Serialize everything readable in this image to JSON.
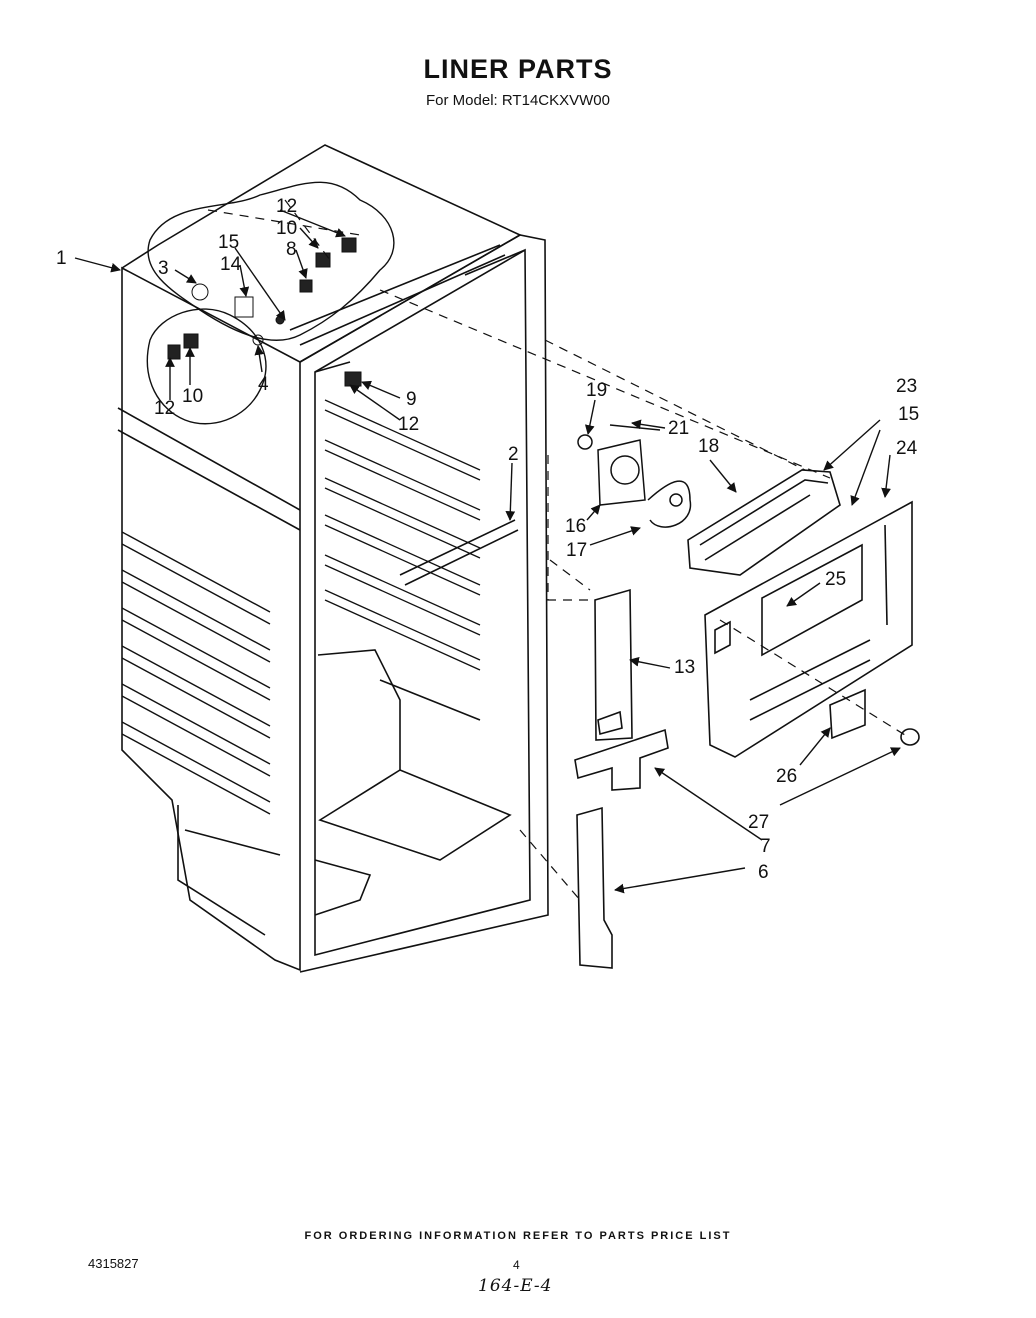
{
  "header": {
    "title": "LINER PARTS",
    "subtitle": "For Model: RT14CKXVW00"
  },
  "callouts": [
    "1",
    "2",
    "3",
    "4",
    "6",
    "7",
    "8",
    "9",
    "10",
    "10",
    "12",
    "12",
    "12",
    "13",
    "14",
    "15",
    "15",
    "16",
    "17",
    "18",
    "19",
    "21",
    "23",
    "24",
    "25",
    "26",
    "27"
  ],
  "footer": {
    "ordering_note": "FOR ORDERING INFORMATION REFER TO PARTS PRICE LIST",
    "doc_number": "4315827",
    "page_number": "4",
    "handwritten": "164-E-4"
  }
}
